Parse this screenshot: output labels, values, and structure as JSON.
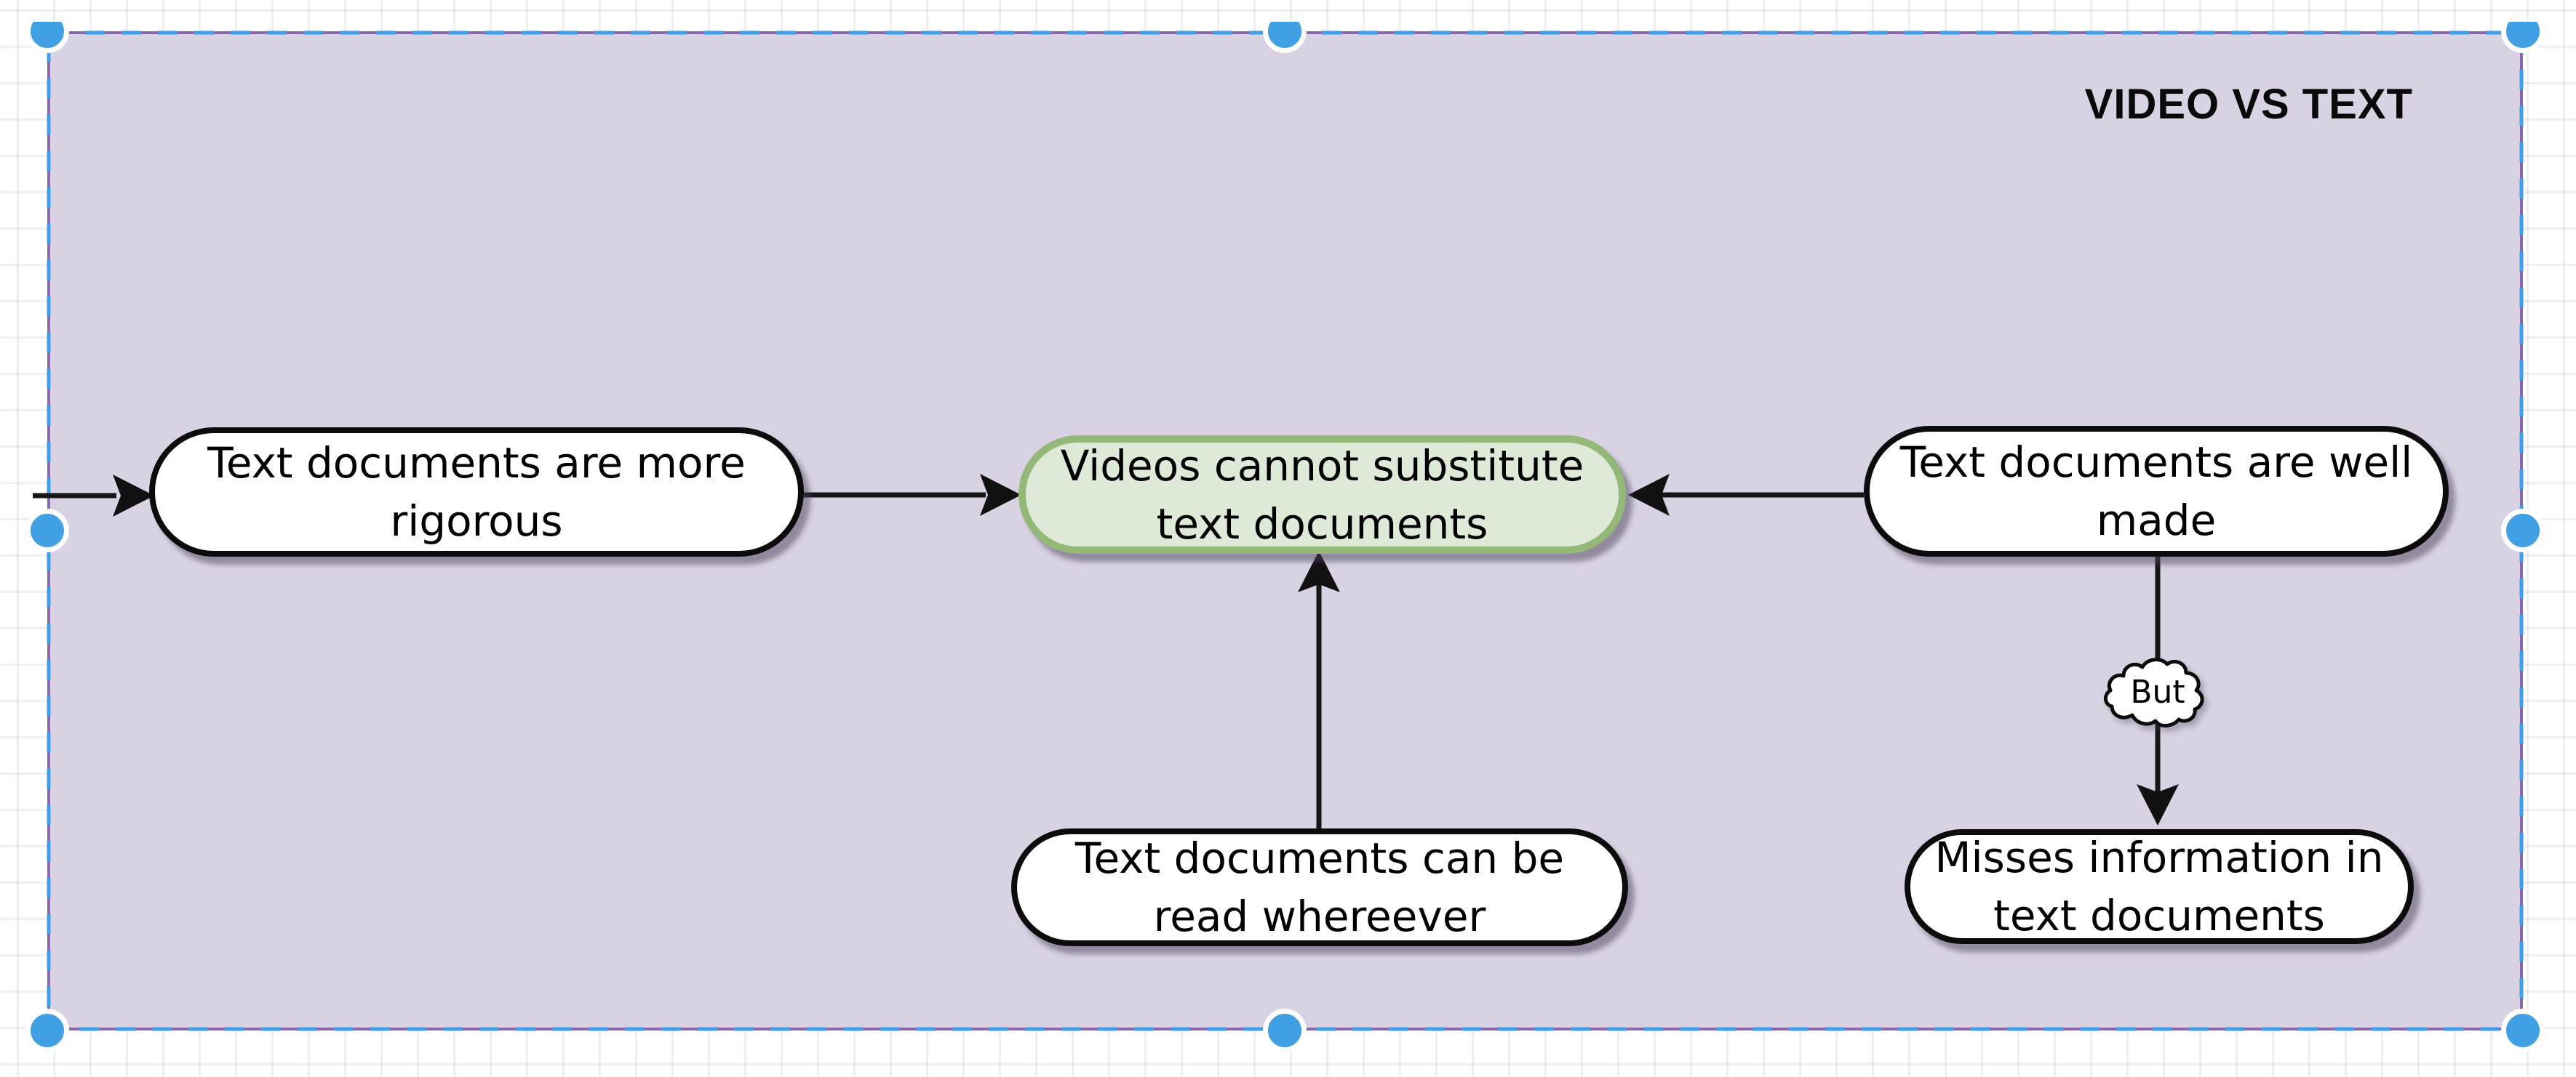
{
  "frame": {
    "title": "VIDEO VS TEXT",
    "fill": "#d8d2e2",
    "border_color": "#8a68ac",
    "selected": true
  },
  "selection": {
    "accent_color": "#41a0e3",
    "dash_color": "#3f9fe8",
    "handle_count": 8
  },
  "nodes": [
    {
      "id": "more-rigorous",
      "label": "Text documents are more\nrigorous",
      "variant": "default"
    },
    {
      "id": "cannot-substitute",
      "label": "Videos cannot substitute\ntext documents",
      "variant": "highlight-green",
      "fill": "#dfe9d8",
      "border_color": "#93b878"
    },
    {
      "id": "well-made",
      "label": "Text documents are well\nmade",
      "variant": "default"
    },
    {
      "id": "read-wherever",
      "label": "Text documents can be\nread whereever",
      "variant": "default"
    },
    {
      "id": "misses-info",
      "label": "Misses information in\ntext documents",
      "variant": "default"
    }
  ],
  "edges": [
    {
      "from": "offscreen-left",
      "to": "more-rigorous",
      "arrow": "to"
    },
    {
      "from": "more-rigorous",
      "to": "cannot-substitute",
      "arrow": "to"
    },
    {
      "from": "well-made",
      "to": "cannot-substitute",
      "arrow": "to"
    },
    {
      "from": "read-wherever",
      "to": "cannot-substitute",
      "arrow": "to"
    },
    {
      "from": "well-made",
      "to": "misses-info",
      "arrow": "to",
      "label": "But",
      "label_shape": "cloud"
    }
  ]
}
